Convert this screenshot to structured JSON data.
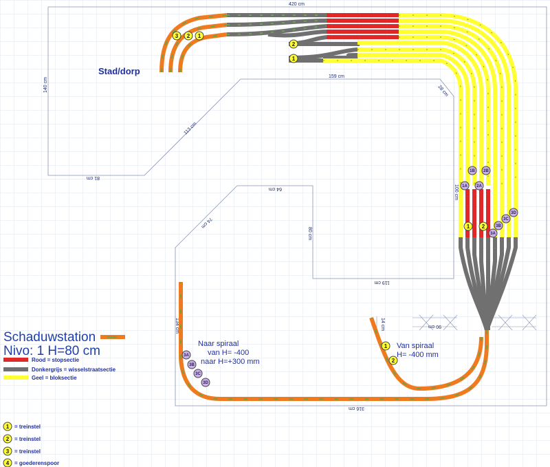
{
  "title_line1": "Schaduwstation",
  "title_line2": "Nivo: 1   H=80 cm",
  "legend": [
    {
      "text": "Rood = stopsectie",
      "color": "#e02828"
    },
    {
      "text": "Donkergrijs = wisselstraatsectie",
      "color": "#707070"
    },
    {
      "text": "Geel = bloksectie",
      "color": "#ffff33"
    }
  ],
  "area_label": "Stad/dorp",
  "notes": {
    "to_spiral": [
      "Naar spiraal",
      "van H= -400",
      "naar H=+300 mm"
    ],
    "from_spiral": [
      "Van spiraal",
      "H= -400 mm"
    ]
  },
  "dimensions": {
    "top": "420 cm",
    "left": "140 cm",
    "inner_top": "159 cm",
    "inner_bottom": "81 cm",
    "diagonal_upper": "113 cm",
    "diagonal_corner": "28 cm",
    "right_inner": "100 cm",
    "inner_upper": "64 cm",
    "inner_diagonal": "74 cm",
    "inner_vertical": "80 cm",
    "inner_lower": "119 cm",
    "lower_left": "134 cm",
    "bottom": "316 cm",
    "short_vertical": "14 cm",
    "horizontal_short": "90 cm"
  },
  "marker_legend": [
    {
      "num": "1",
      "text": "= treinstel"
    },
    {
      "num": "2",
      "text": "= treinstel"
    },
    {
      "num": "3",
      "text": "= treinstel"
    },
    {
      "num": "4",
      "text": "= goederenspoor"
    }
  ],
  "track_markers": {
    "yellow": [
      "3",
      "2",
      "1",
      "2",
      "1",
      "1",
      "2",
      "1",
      "2"
    ],
    "purple": [
      "1B",
      "2B",
      "1A",
      "2A",
      "3D",
      "3C",
      "3B",
      "3A",
      "3A",
      "3B",
      "3C",
      "3D"
    ]
  },
  "colors": {
    "grid": "#dfe5ee",
    "outline": "#8a93b3",
    "orange": "#f07a1e",
    "green": "#6fa14a",
    "gray": "#707070",
    "red": "#e02828",
    "yellow": "#ffff33",
    "text_blue": "#1f2ea0",
    "marker_yellow": "#ffff33",
    "marker_purple": "#c8b2e6"
  }
}
